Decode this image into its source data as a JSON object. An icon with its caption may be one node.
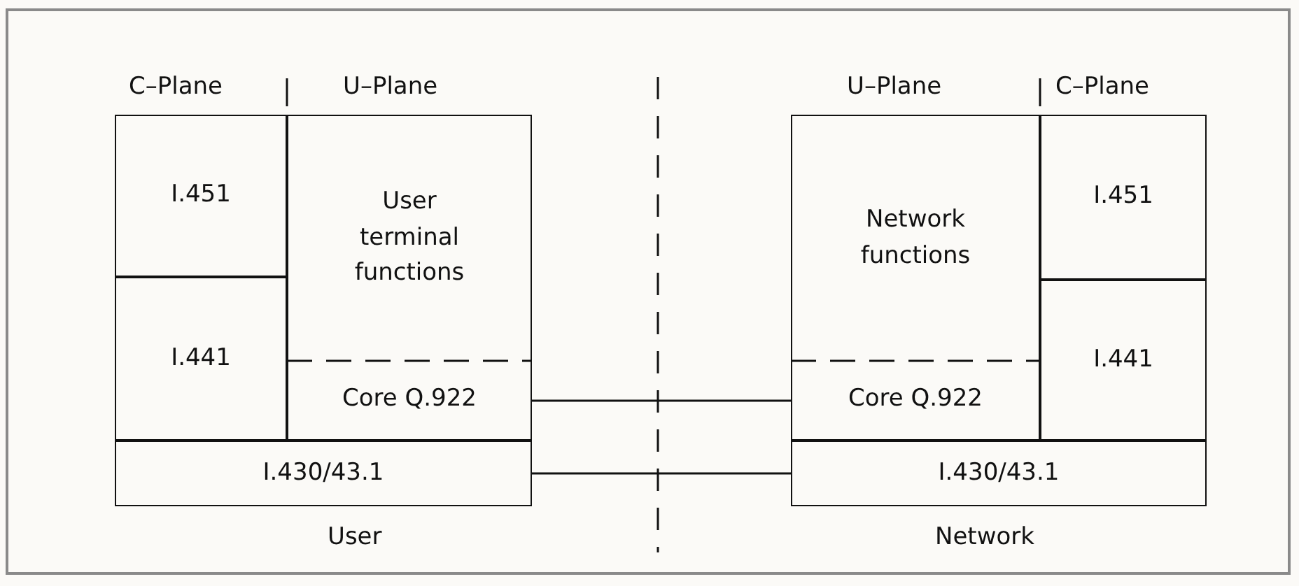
{
  "diagram": {
    "nodes": [
      {
        "text": [
          "I.451"
        ]
      },
      {
        "text": [
          "User terminal functions"
        ]
      },
      {
        "text": [
          "I.441"
        ]
      },
      {
        "text": [
          "Core Q.922"
        ]
      },
      {
        "text": [
          "I.430/43.1"
        ]
      },
      {
        "text": [
          "Network functions"
        ]
      },
      {
        "text": [
          "I.451"
        ]
      },
      {
        "text": [
          "I.441"
        ]
      },
      {
        "text": [
          "Core Q.922"
        ]
      },
      {
        "text": [
          "I.430/43.1"
        ]
      }
    ],
    "edges": [
      {
        "from": 3,
        "to": 8,
        "arrow": "none"
      },
      {
        "from": 4,
        "to": 9,
        "arrow": "none"
      }
    ],
    "labels": [
      "C–Plane",
      "U–Plane",
      "U–Plane",
      "C–Plane",
      "User",
      "Network"
    ]
  }
}
